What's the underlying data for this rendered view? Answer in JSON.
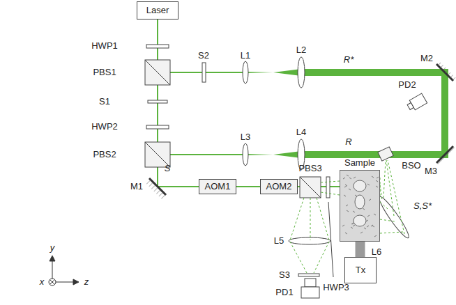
{
  "diagram": {
    "nodes": [
      {
        "text": [
          "Laser"
        ]
      },
      {
        "text": [
          "AOM1"
        ]
      },
      {
        "text": [
          "AOM2"
        ]
      },
      {
        "text": [
          "Sample"
        ]
      },
      {
        "text": [
          "Tx"
        ]
      }
    ],
    "edges": [
      {
        "from": 1,
        "to": 2,
        "arrow": "none"
      },
      {
        "from": 3,
        "to": 4,
        "arrow": "none"
      }
    ],
    "labels": [
      "HWP1",
      "PBS1",
      "S1",
      "HWP2",
      "PBS2",
      "M1",
      "S",
      "S2",
      "L1",
      "L2",
      "R*",
      "M2",
      "PD2",
      "L3",
      "L4",
      "R",
      "M3",
      "BSO",
      "PBS3",
      "S,S*",
      "L6",
      "L5",
      "S3",
      "PD1",
      "HWP3",
      "y",
      "x",
      "z"
    ]
  }
}
